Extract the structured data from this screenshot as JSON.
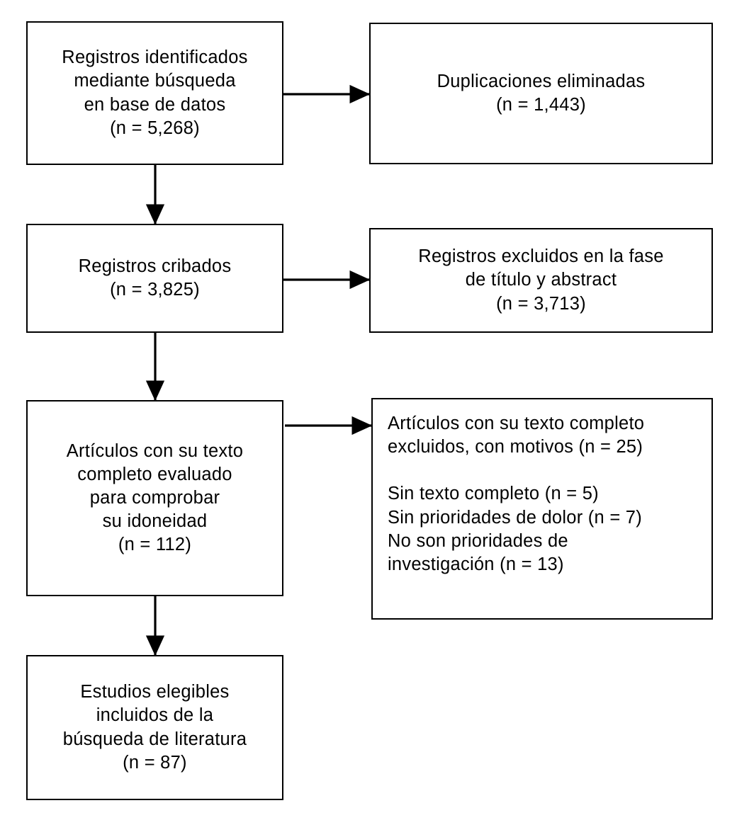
{
  "diagram": {
    "type": "prisma-flow-diagram",
    "language": "es",
    "background_color": "#FFFFFF",
    "line_color": "#000000",
    "text_color": "#000000"
  },
  "boxes": {
    "identified": {
      "name": "records-identified",
      "text": "Registros identificados\nmediante búsqueda\nen base de datos\n(n = 5,268)",
      "count_label": "(n = 5,268)",
      "count": 5268,
      "align": "center"
    },
    "duplicates": {
      "name": "duplicates-removed",
      "text": "Duplicaciones eliminadas\n(n = 1,443)",
      "count_label": "(n = 1,443)",
      "count": 1443,
      "align": "center"
    },
    "screened": {
      "name": "records-screened",
      "text": "Registros cribados\n(n = 3,825)",
      "count_label": "(n = 3,825)",
      "count": 3825,
      "align": "center"
    },
    "excluded_title_abstract": {
      "name": "records-excluded-title-abstract",
      "text": "Registros excluidos en la fase\nde título y abstract\n(n = 3,713)",
      "count_label": "(n = 3,713)",
      "count": 3713,
      "align": "center"
    },
    "fulltext_assessed": {
      "name": "fulltext-assessed-eligibility",
      "text": "Artículos con su texto\ncompleto evaluado\npara comprobar\nsu idoneidad\n(n = 112)",
      "count_label": "(n = 112)",
      "count": 112,
      "align": "center"
    },
    "excluded_reasons": {
      "name": "fulltext-excluded-with-reasons",
      "text": "Artículos con su texto completo\nexcluidos, con motivos (n = 25)\n\nSin texto completo (n = 5)\nSin prioridades de dolor (n = 7)\nNo son prioridades de\ninvestigación (n = 13)",
      "count_label": "(n = 25)",
      "count": 25,
      "align": "left",
      "reasons": [
        {
          "label": "Sin texto completo",
          "count_label": "(n = 5)",
          "count": 5
        },
        {
          "label": "Sin prioridades de dolor",
          "count_label": "(n = 7)",
          "count": 7
        },
        {
          "label": "No son prioridades de investigación",
          "count_label": "(n = 13)",
          "count": 13
        }
      ]
    },
    "included": {
      "name": "studies-included",
      "text": "Estudios elegibles\nincluidos de la\nbúsqueda de literatura\n(n = 87)",
      "count_label": "(n = 87)",
      "count": 87,
      "align": "center"
    }
  },
  "connectors": [
    {
      "name": "arrow-identified-to-duplicates",
      "direction": "right",
      "from": "identified",
      "to": "duplicates"
    },
    {
      "name": "arrow-identified-to-screened",
      "direction": "down",
      "from": "identified",
      "to": "screened"
    },
    {
      "name": "arrow-screened-to-excluded-title-abstract",
      "direction": "right",
      "from": "screened",
      "to": "excluded_title_abstract"
    },
    {
      "name": "arrow-screened-to-fulltext",
      "direction": "down",
      "from": "screened",
      "to": "fulltext_assessed"
    },
    {
      "name": "arrow-fulltext-to-excluded-reasons",
      "direction": "right",
      "from": "fulltext_assessed",
      "to": "excluded_reasons"
    },
    {
      "name": "arrow-fulltext-to-included",
      "direction": "down",
      "from": "fulltext_assessed",
      "to": "included"
    }
  ]
}
